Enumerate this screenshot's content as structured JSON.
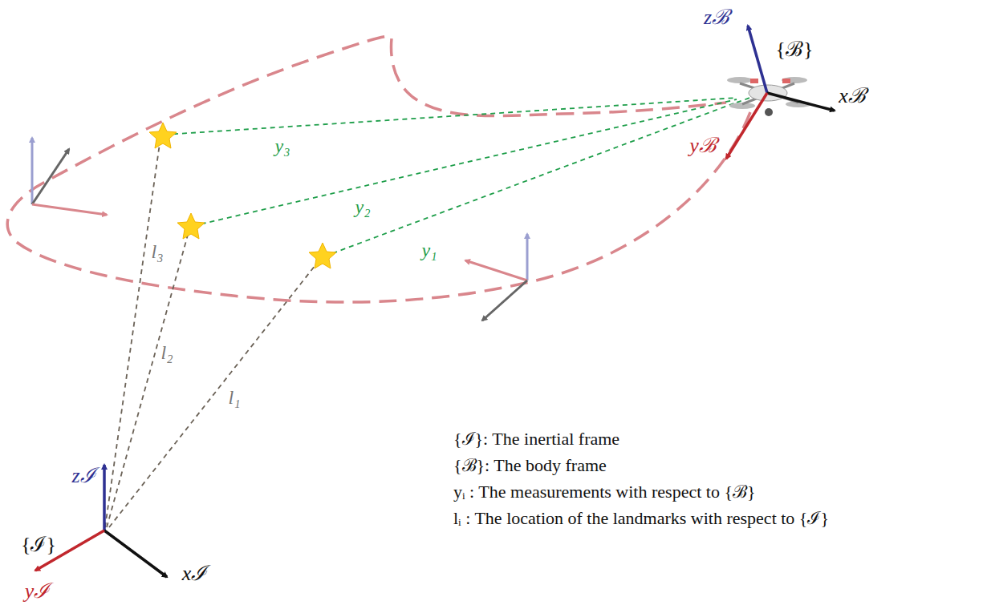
{
  "diagram": {
    "labels": [
      "zℬ",
      "{ℬ}",
      "xℬ",
      "yℬ",
      "y₃",
      "y₂",
      "y₁",
      "l₃",
      "l₂",
      "l₁",
      "zℐ",
      "{ℐ}",
      "xℐ",
      "yℐ",
      "{ℐ}: The inertial frame",
      "{ℬ}: The body frame",
      "yᵢ : The measurements with respect to {ℬ}",
      "lᵢ : The location of the landmarks with respect to {ℐ}"
    ]
  }
}
